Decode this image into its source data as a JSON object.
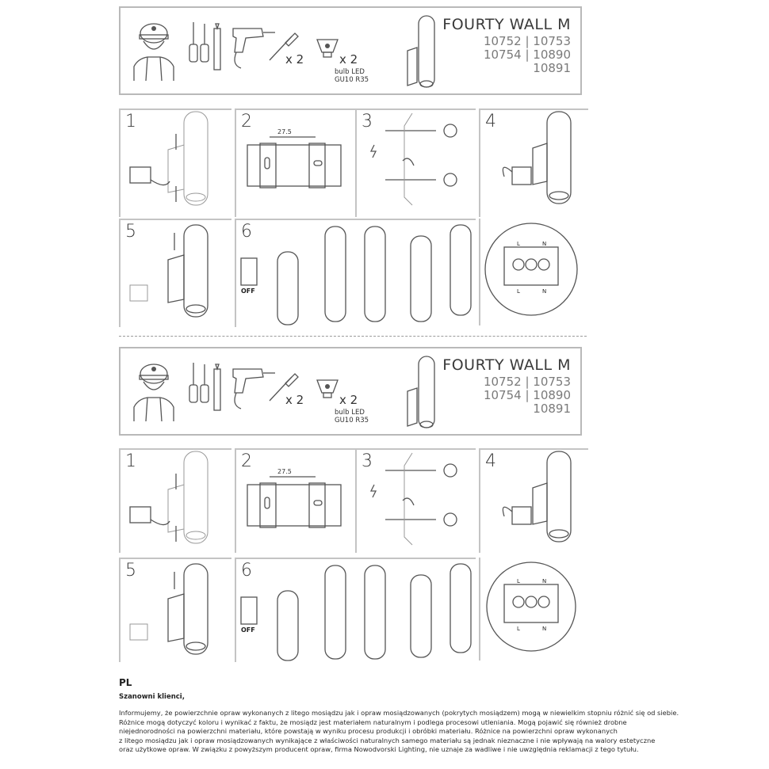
{
  "sheets": [
    {
      "product_title": "FOURTY WALL M",
      "codes": [
        "10752 | 10753",
        "10754 | 10890",
        "10891"
      ],
      "screws_qty": "x 2",
      "bulb_qty": "x 2",
      "bulb_line1": "bulb LED",
      "bulb_line2": "GU10 R35",
      "steps": [
        "1",
        "2",
        "3",
        "4",
        "5",
        "6"
      ],
      "dimension": "27.5",
      "off_label": "OFF",
      "terminal_top": [
        "L",
        "N"
      ],
      "terminal_bottom": [
        "L",
        "N"
      ]
    },
    {
      "product_title": "FOURTY WALL M",
      "codes": [
        "10752 | 10753",
        "10754 | 10890",
        "10891"
      ],
      "screws_qty": "x 2",
      "bulb_qty": "x 2",
      "bulb_line1": "bulb LED",
      "bulb_line2": "GU10 R35",
      "steps": [
        "1",
        "2",
        "3",
        "4",
        "5",
        "6"
      ],
      "dimension": "27.5",
      "off_label": "OFF",
      "terminal_top": [
        "L",
        "N"
      ],
      "terminal_bottom": [
        "L",
        "N"
      ]
    }
  ],
  "text_block": {
    "language": "PL",
    "greeting": "Szanowni klienci,",
    "paragraph_lines": [
      "Informujemy, że powierzchnie opraw wykonanych z litego mosiądzu jak i opraw mosiądzowanych (pokrytych mosiądzem) mogą w niewielkim stopniu różnić się od siebie.",
      "Różnice mogą dotyczyć koloru i wynikać z faktu, że mosiądz jest materiałem naturalnym i podlega procesowi utleniania. Mogą pojawić się również drobne",
      "niejednorodności na powierzchni materiału, które powstają w wyniku procesu produkcji i obróbki materiału. Różnice na powierzchni opraw wykonanych",
      "z litego mosiądzu jak i opraw mosiądzowanych wynikające z właściwości naturalnych samego materiału są jednak nieznaczne i nie wpływają na walory estetyczne",
      "oraz użytkowe opraw. W związku z powyższym producent opraw, firma Nowodvorski Lighting, nie uznaje za wadliwe i nie uwzględnia reklamacji z tego tytułu."
    ]
  }
}
